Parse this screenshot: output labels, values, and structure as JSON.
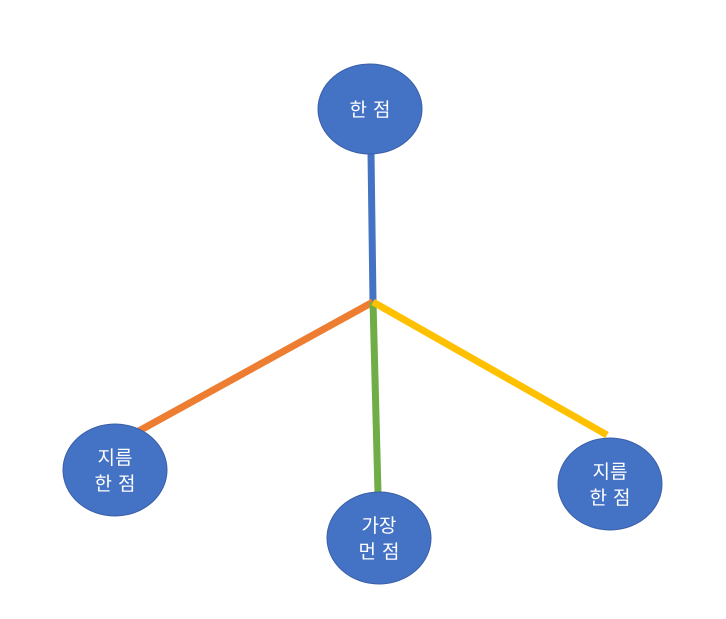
{
  "diagram": {
    "node_color": "#4472c4",
    "label_color": "#ffffff",
    "nodes": {
      "top": {
        "line1": "한 점"
      },
      "left": {
        "line1": "지름",
        "line2": "한 점"
      },
      "bottom": {
        "line1": "가장",
        "line2": "먼 점"
      },
      "right": {
        "line1": "지름",
        "line2": "한 점"
      }
    },
    "edges": {
      "to_top": {
        "color": "#4472c4"
      },
      "to_left": {
        "color": "#ed7d31"
      },
      "to_bottom": {
        "color": "#70ad47"
      },
      "to_right": {
        "color": "#ffc000"
      }
    }
  }
}
